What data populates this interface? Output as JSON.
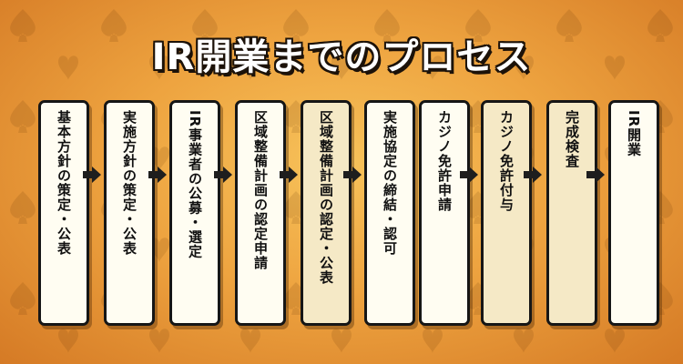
{
  "title": "IR開業までのプロセス",
  "steps": [
    {
      "label": "基本方針の策定・公表"
    },
    {
      "label": "実施方針の策定・公表"
    },
    {
      "label": "IR事業者の公募・選定"
    },
    {
      "label": "区域整備計画の認定申請"
    },
    {
      "label": "区域整備計画の認定・公表"
    },
    {
      "label": "実施協定の締結・認可"
    },
    {
      "label": "カジノ免許申請"
    },
    {
      "label": "カジノ免許付与"
    },
    {
      "label": "完成検査"
    },
    {
      "label": "IR開業"
    }
  ],
  "colors": {
    "background_center": "#f7c25a",
    "background_edge": "#d57a25",
    "box_fill_light": "#fffdf2",
    "box_fill_tan": "#f5e9c6",
    "outline": "#161616",
    "arrow": "#1e1e1e"
  },
  "icons": {
    "arrow": "arrow-right-icon",
    "background": "spade-heart-pattern"
  }
}
